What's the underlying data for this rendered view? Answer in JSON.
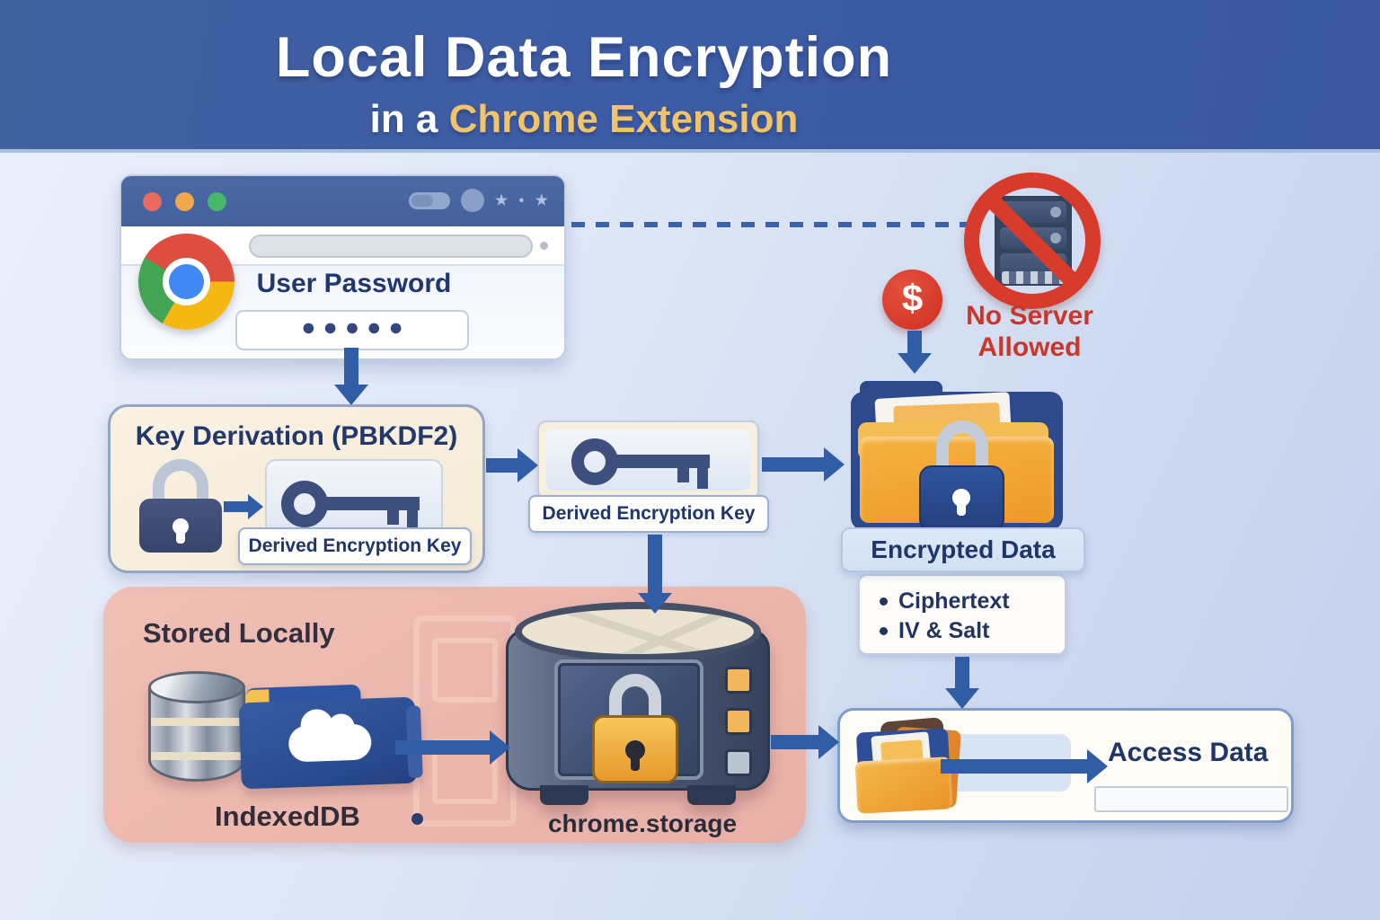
{
  "header": {
    "title": "Local Data Encryption",
    "subtitle_prefix": "in a ",
    "subtitle_highlight": "Chrome Extension"
  },
  "browser_window": {
    "password_label": "User Password",
    "password_mask": "●●●●●",
    "window_glyphs": "★ • ★"
  },
  "no_server": {
    "dollar_symbol": "$",
    "caption": "No Server Allowed"
  },
  "key_derivation": {
    "title": "Key Derivation (PBKDF2)",
    "derived_key_label": "Derived Encryption Key"
  },
  "derived_key_box": {
    "label": "Derived Encryption Key"
  },
  "encrypted_data": {
    "title": "Encrypted Data",
    "items": [
      "Ciphertext",
      "IV & Salt"
    ]
  },
  "stored_locally": {
    "title": "Stored Locally",
    "indexeddb_label": "IndexedDB",
    "chrome_storage_label": "chrome.storage"
  },
  "access_data": {
    "label": "Access Data"
  },
  "colors": {
    "banner_blue": "#3d5ca6",
    "arrow_blue": "#305da6",
    "alert_red": "#d63b2b",
    "gold_highlight": "#f2c469",
    "navy_text": "#1f3668",
    "pink_panel": "#edb8af",
    "cream_panel": "#f8efe0",
    "folder_orange": "#f2ab38"
  }
}
